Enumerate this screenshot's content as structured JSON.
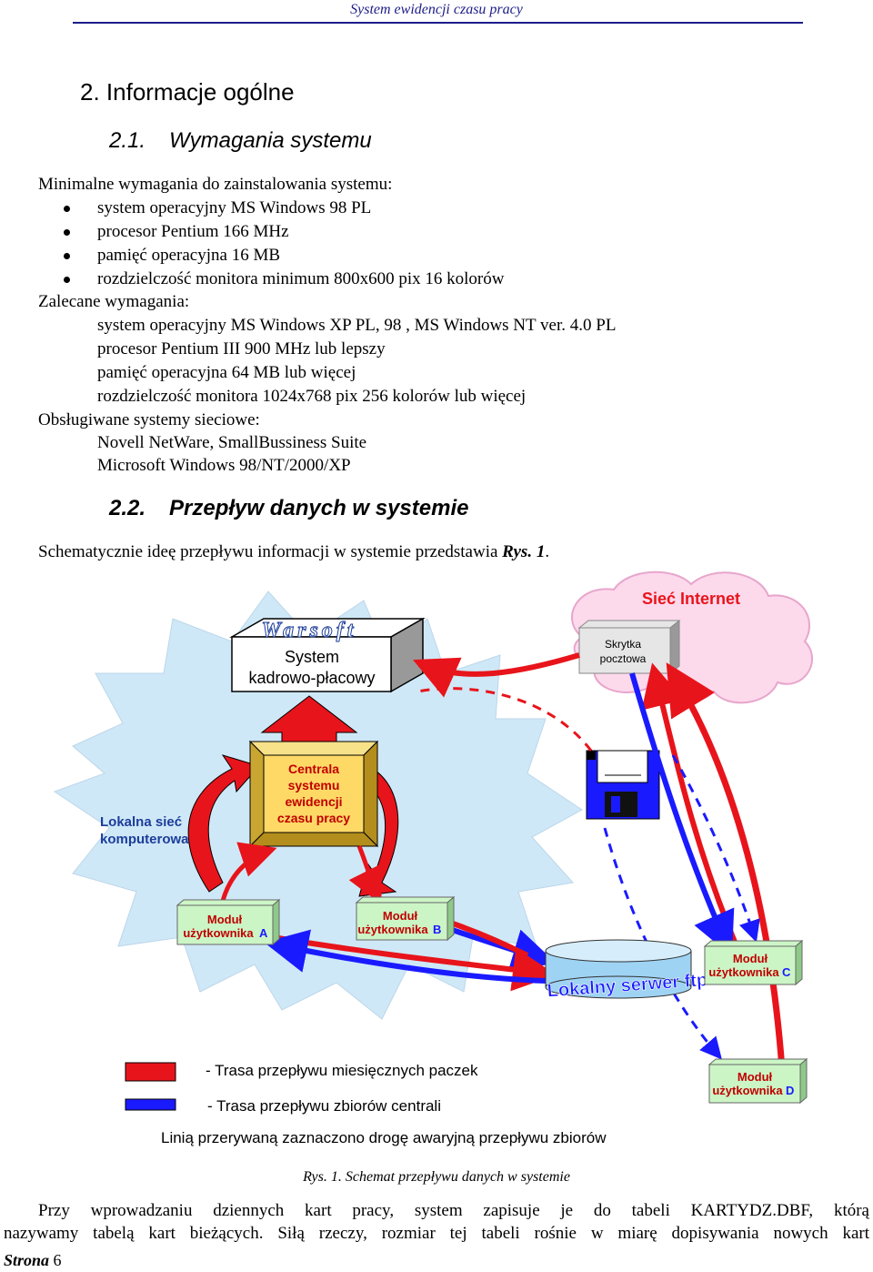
{
  "header": {
    "title": "System ewidencji czasu pracy"
  },
  "section": {
    "h1": "2. Informacje ogólne",
    "h2_1_num": "2.1.",
    "h2_1_title": "Wymagania systemu",
    "min_title": "Minimalne wymagania do zainstalowania systemu:",
    "min_items": [
      "system operacyjny MS Windows 98 PL",
      "procesor Pentium  166 MHz",
      "pamięć operacyjna 16 MB",
      "rozdzielczość monitora minimum 800x600 pix  16 kolorów"
    ],
    "rec_title": "Zalecane wymagania:",
    "rec_items": [
      "system operacyjny MS Windows XP PL,  98 , MS Windows  NT ver. 4.0 PL",
      "procesor Pentium III  900 MHz lub lepszy",
      "pamięć operacyjna 64 MB lub więcej",
      "rozdzielczość monitora 1024x768 pix  256 kolorów lub więcej"
    ],
    "net_title": "Obsługiwane systemy sieciowe:",
    "net_items": [
      "Novell NetWare, SmallBussiness Suite",
      "Microsoft Windows 98/NT/2000/XP"
    ],
    "h2_2_num": "2.2.",
    "h2_2_title": "Przepływ danych w systemie",
    "flow_intro": "Schematycznie ideę przepływu informacji w systemie przedstawia",
    "flow_ref": "Rys. 1",
    "flow_dot": "."
  },
  "diagram": {
    "internet": "Sieć Internet",
    "warsoft": "Warsoft",
    "system_line1": "System",
    "system_line2": "kadrowo-płacowy",
    "mailbox_line1": "Skrytka",
    "mailbox_line2": "pocztowa",
    "lan_line1": "Lokalna sieć",
    "lan_line2": "komputerowa",
    "central_lines": [
      "Centrala",
      "systemu",
      "ewidencji",
      "czasu pracy"
    ],
    "module_word": "Moduł",
    "user_word": "użytkownika",
    "module_letters": [
      "A",
      "B",
      "C",
      "D"
    ],
    "server": "Lokalny serwer ftp",
    "legend_red": "- Trasa przepływu miesięcznych paczek",
    "legend_blue": "- Trasa przepływu zbiorów centrali",
    "legend_note": "Linią przerywaną zaznaczono drogę awaryjną przepływu zbiorów",
    "colors": {
      "red": "#e8141b",
      "blue": "#1a1aff",
      "cloud": "#fdd9ec",
      "star": "#cfe8f7",
      "central": "#ffd966"
    }
  },
  "caption": "Rys. 1. Schemat przepływu danych w systemie",
  "para_line1": "Przy wprowadzaniu dziennych kart pracy, system zapisuje je do tabeli KARTYDZ.DBF, którą",
  "para_line2": "nazywamy tabelą kart bieżących. Siłą rzeczy, rozmiar tej tabeli rośnie w miarę dopisywania nowych kart",
  "footer": {
    "label": "Strona",
    "number": "6"
  }
}
